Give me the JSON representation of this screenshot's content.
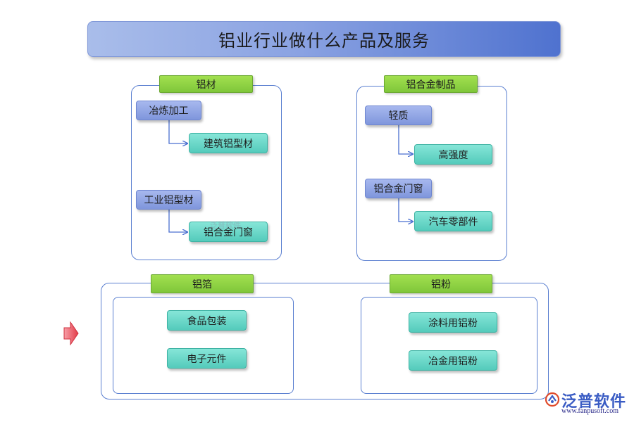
{
  "title": "铝业行业做什么产品及服务",
  "sections": {
    "aluminum_material": {
      "label": "铝材",
      "groups": [
        {
          "parent": "冶炼加工",
          "child": "建筑铝型材"
        },
        {
          "parent": "工业铝型材",
          "child": "铝合金门窗"
        }
      ]
    },
    "alloy_products": {
      "label": "铝合金制品",
      "groups": [
        {
          "parent": "轻质",
          "child": "高强度"
        },
        {
          "parent": "铝合金门窗",
          "child": "汽车零部件"
        }
      ]
    },
    "foil": {
      "label": "铝箔",
      "items": [
        "食品包装",
        "电子元件"
      ]
    },
    "powder": {
      "label": "铝粉",
      "items": [
        "涂料用铝粉",
        "冶金用铝粉"
      ]
    }
  },
  "brand": {
    "name": "泛普软件",
    "url": "www.fanpusoft.com",
    "watermark": "泛普软件"
  },
  "colors": {
    "title_gradient_start": "#a9bdea",
    "title_gradient_end": "#4f72cf",
    "frame_border": "#5a7fd0",
    "tag_green": "#8fd245",
    "parent_blue": "#8fa5e4",
    "child_teal": "#6fdccd",
    "side_arrow": "#e8505c",
    "brand_blue": "#3a5cc4"
  },
  "icons": {
    "side_marker": "right-arrow-icon",
    "brand_logo": "fanpu-logo-icon"
  }
}
